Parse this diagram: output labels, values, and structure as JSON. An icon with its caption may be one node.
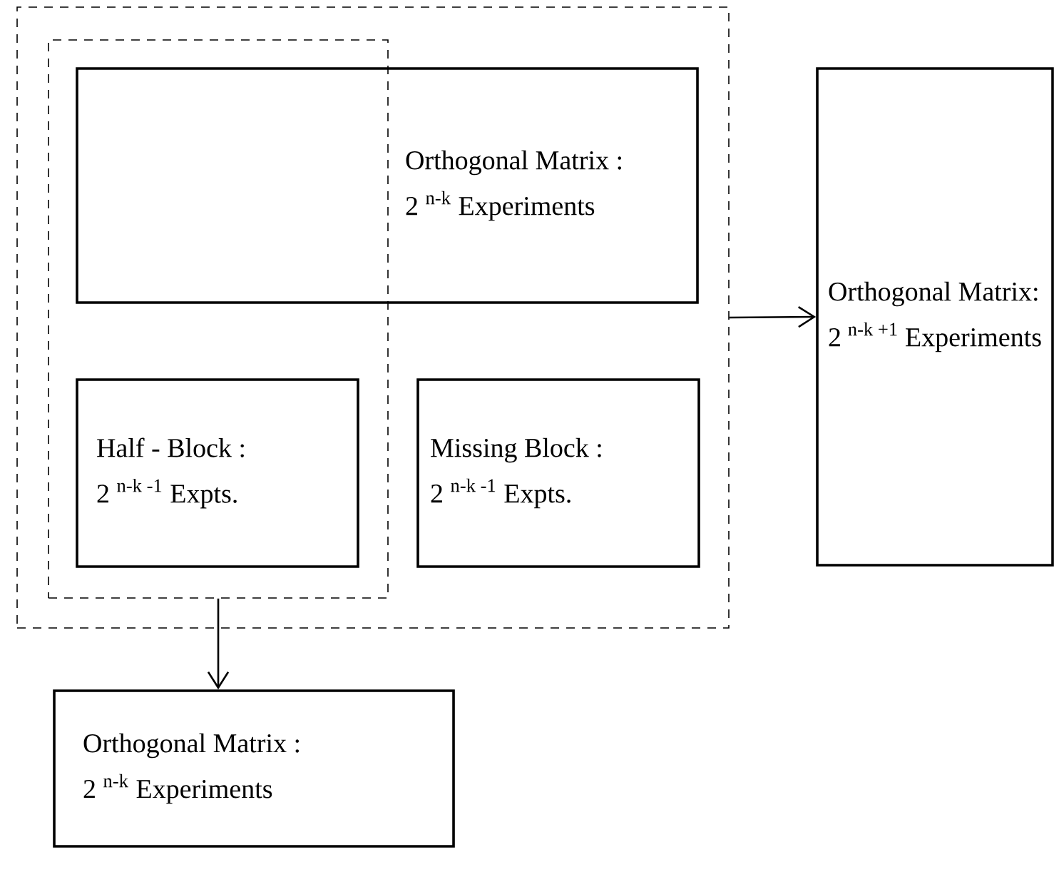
{
  "diagram": {
    "nodes": [
      {
        "text": [],
        "shape": "box"
      },
      {
        "text": [],
        "shape": "box",
        "in": 0
      },
      {
        "text": [
          "Orthogonal Matrix :",
          "2 $^{n-k}$ Experiments"
        ],
        "in": 0
      },
      {
        "text": [
          "Half - Block :",
          "2 $^{n-k -1}$ Expts."
        ],
        "in": 1
      },
      {
        "text": [
          "Missing Block :",
          "2 $^{n-k -1}$ Expts."
        ],
        "in": 0
      },
      {
        "text": [
          "Orthogonal Matrix:",
          "2 $^{n-k +1}$ Experiments"
        ]
      },
      {
        "text": [
          "Orthogonal Matrix :",
          "2 $^{n-k}$ Experiments"
        ]
      }
    ],
    "edges": [
      {
        "from": 0,
        "to": 5,
        "arrow": "to"
      },
      {
        "from": 1,
        "to": 6,
        "arrow": "to"
      }
    ]
  }
}
